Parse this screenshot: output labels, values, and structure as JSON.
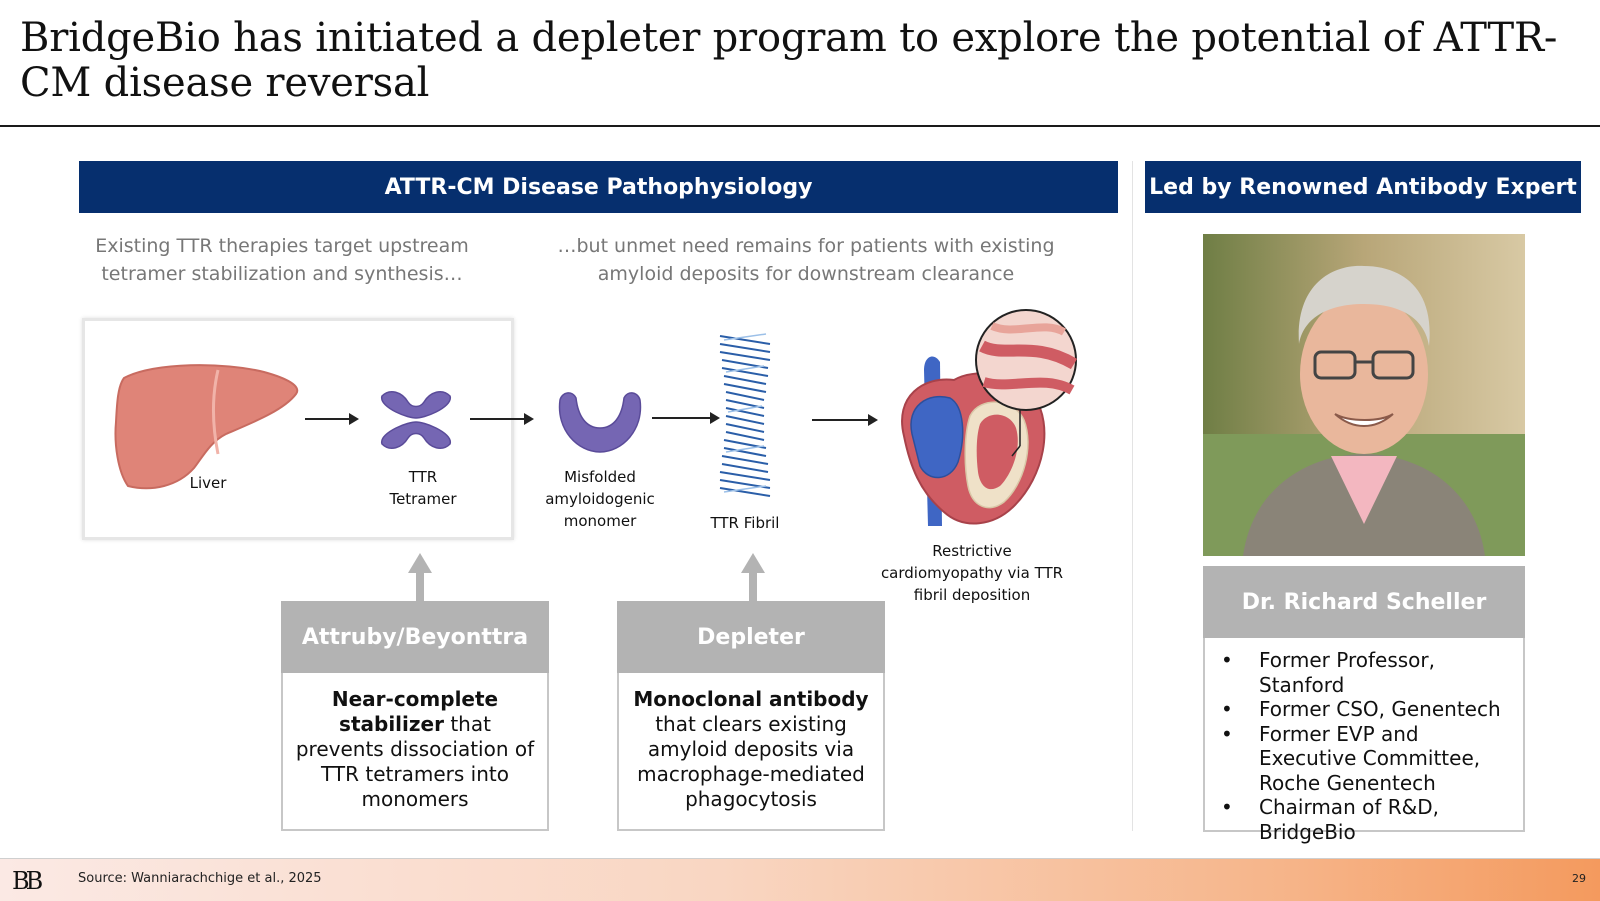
{
  "slide": {
    "title": "BridgeBio has initiated a depleter program to explore the potential of ATTR-CM disease reversal"
  },
  "left_panel": {
    "header": "ATTR-CM Disease Pathophysiology",
    "subtext_left": "Existing TTR therapies target upstream tetramer stabilization and synthesis…",
    "subtext_right": "…but unmet need remains for patients with existing amyloid deposits for downstream clearance",
    "diagram": {
      "liver_label": "Liver",
      "tetramer_label": "TTR Tetramer",
      "monomer_label": "Misfolded amyloidogenic monomer",
      "fibril_label": "TTR Fibril",
      "heart_label": "Restrictive cardiomyopathy via TTR fibril deposition"
    },
    "card_attruby": {
      "title": "Attruby/Beyonttra",
      "bold": "Near-complete stabilizer",
      "rest": " that prevents dissociation of TTR tetramers into monomers"
    },
    "card_depleter": {
      "title": "Depleter",
      "bold": "Monoclonal antibody",
      "rest": " that clears existing amyloid deposits via macrophage-mediated phagocytosis"
    }
  },
  "right_panel": {
    "header": "Led by Renowned Antibody Expert",
    "person_name": "Dr. Richard Scheller",
    "bio": [
      "Former Professor, Stanford",
      "Former CSO, Genentech",
      "Former EVP and Executive Committee, Roche Genentech",
      "Chairman of R&D, BridgeBio"
    ]
  },
  "footer": {
    "logo": "BB",
    "source": "Source: Wanniarachchige et al., 2025",
    "page_number": "29"
  },
  "colors": {
    "header_navy": "#062f6e",
    "card_grey": "#b3b3b3",
    "liver": "#df8478",
    "protein": "#7566b3"
  }
}
